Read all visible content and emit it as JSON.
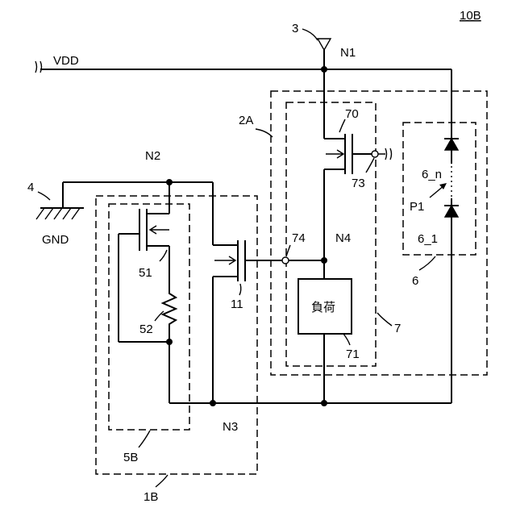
{
  "figure_id": "10B",
  "labels": {
    "vdd": "VDD",
    "gnd": "GND",
    "terminal_3": "3",
    "terminal_4": "4",
    "n1": "N1",
    "n2": "N2",
    "n3": "N3",
    "n4": "N4",
    "block_2a": "2A",
    "block_1b": "1B",
    "block_5b": "5B",
    "block_6": "6",
    "block_7": "7",
    "tr_11": "11",
    "tr_51": "51",
    "res_52": "52",
    "tr_70": "70",
    "load_71": "71",
    "node_73": "73",
    "node_74": "74",
    "diode_6n": "6_n",
    "diode_61": "6_1",
    "p1": "P1",
    "load_text": "負荷"
  }
}
